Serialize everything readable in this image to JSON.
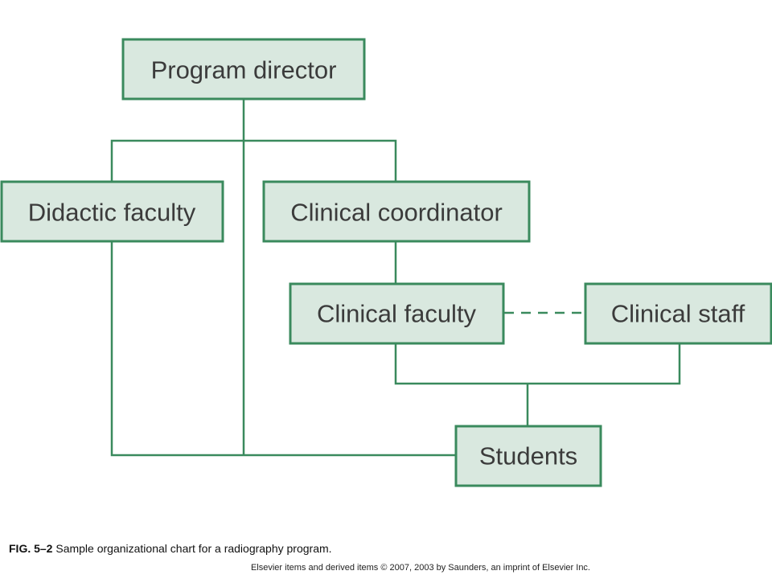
{
  "diagram": {
    "nodes": {
      "program_director": "Program director",
      "didactic_faculty": "Didactic faculty",
      "clinical_coordinator": "Clinical coordinator",
      "clinical_faculty": "Clinical faculty",
      "clinical_staff": "Clinical staff",
      "students": "Students"
    },
    "edges": [
      {
        "from": "program_director",
        "to": "didactic_faculty",
        "style": "solid"
      },
      {
        "from": "program_director",
        "to": "clinical_coordinator",
        "style": "solid"
      },
      {
        "from": "program_director",
        "to": "students",
        "style": "solid"
      },
      {
        "from": "didactic_faculty",
        "to": "students",
        "style": "solid"
      },
      {
        "from": "clinical_coordinator",
        "to": "clinical_faculty",
        "style": "solid"
      },
      {
        "from": "clinical_faculty",
        "to": "clinical_staff",
        "style": "dashed"
      },
      {
        "from": "clinical_faculty",
        "to": "students",
        "style": "solid"
      },
      {
        "from": "clinical_staff",
        "to": "students",
        "style": "solid"
      }
    ],
    "colors": {
      "box_fill": "#d9e8df",
      "line": "#3a8a5d",
      "text": "#3b3b3b"
    }
  },
  "caption": {
    "label": "FIG. 5–2",
    "text": " Sample organizational chart for a radiography program."
  },
  "credit": "Elsevier items and derived items © 2007, 2003 by Saunders, an imprint of Elsevier Inc."
}
